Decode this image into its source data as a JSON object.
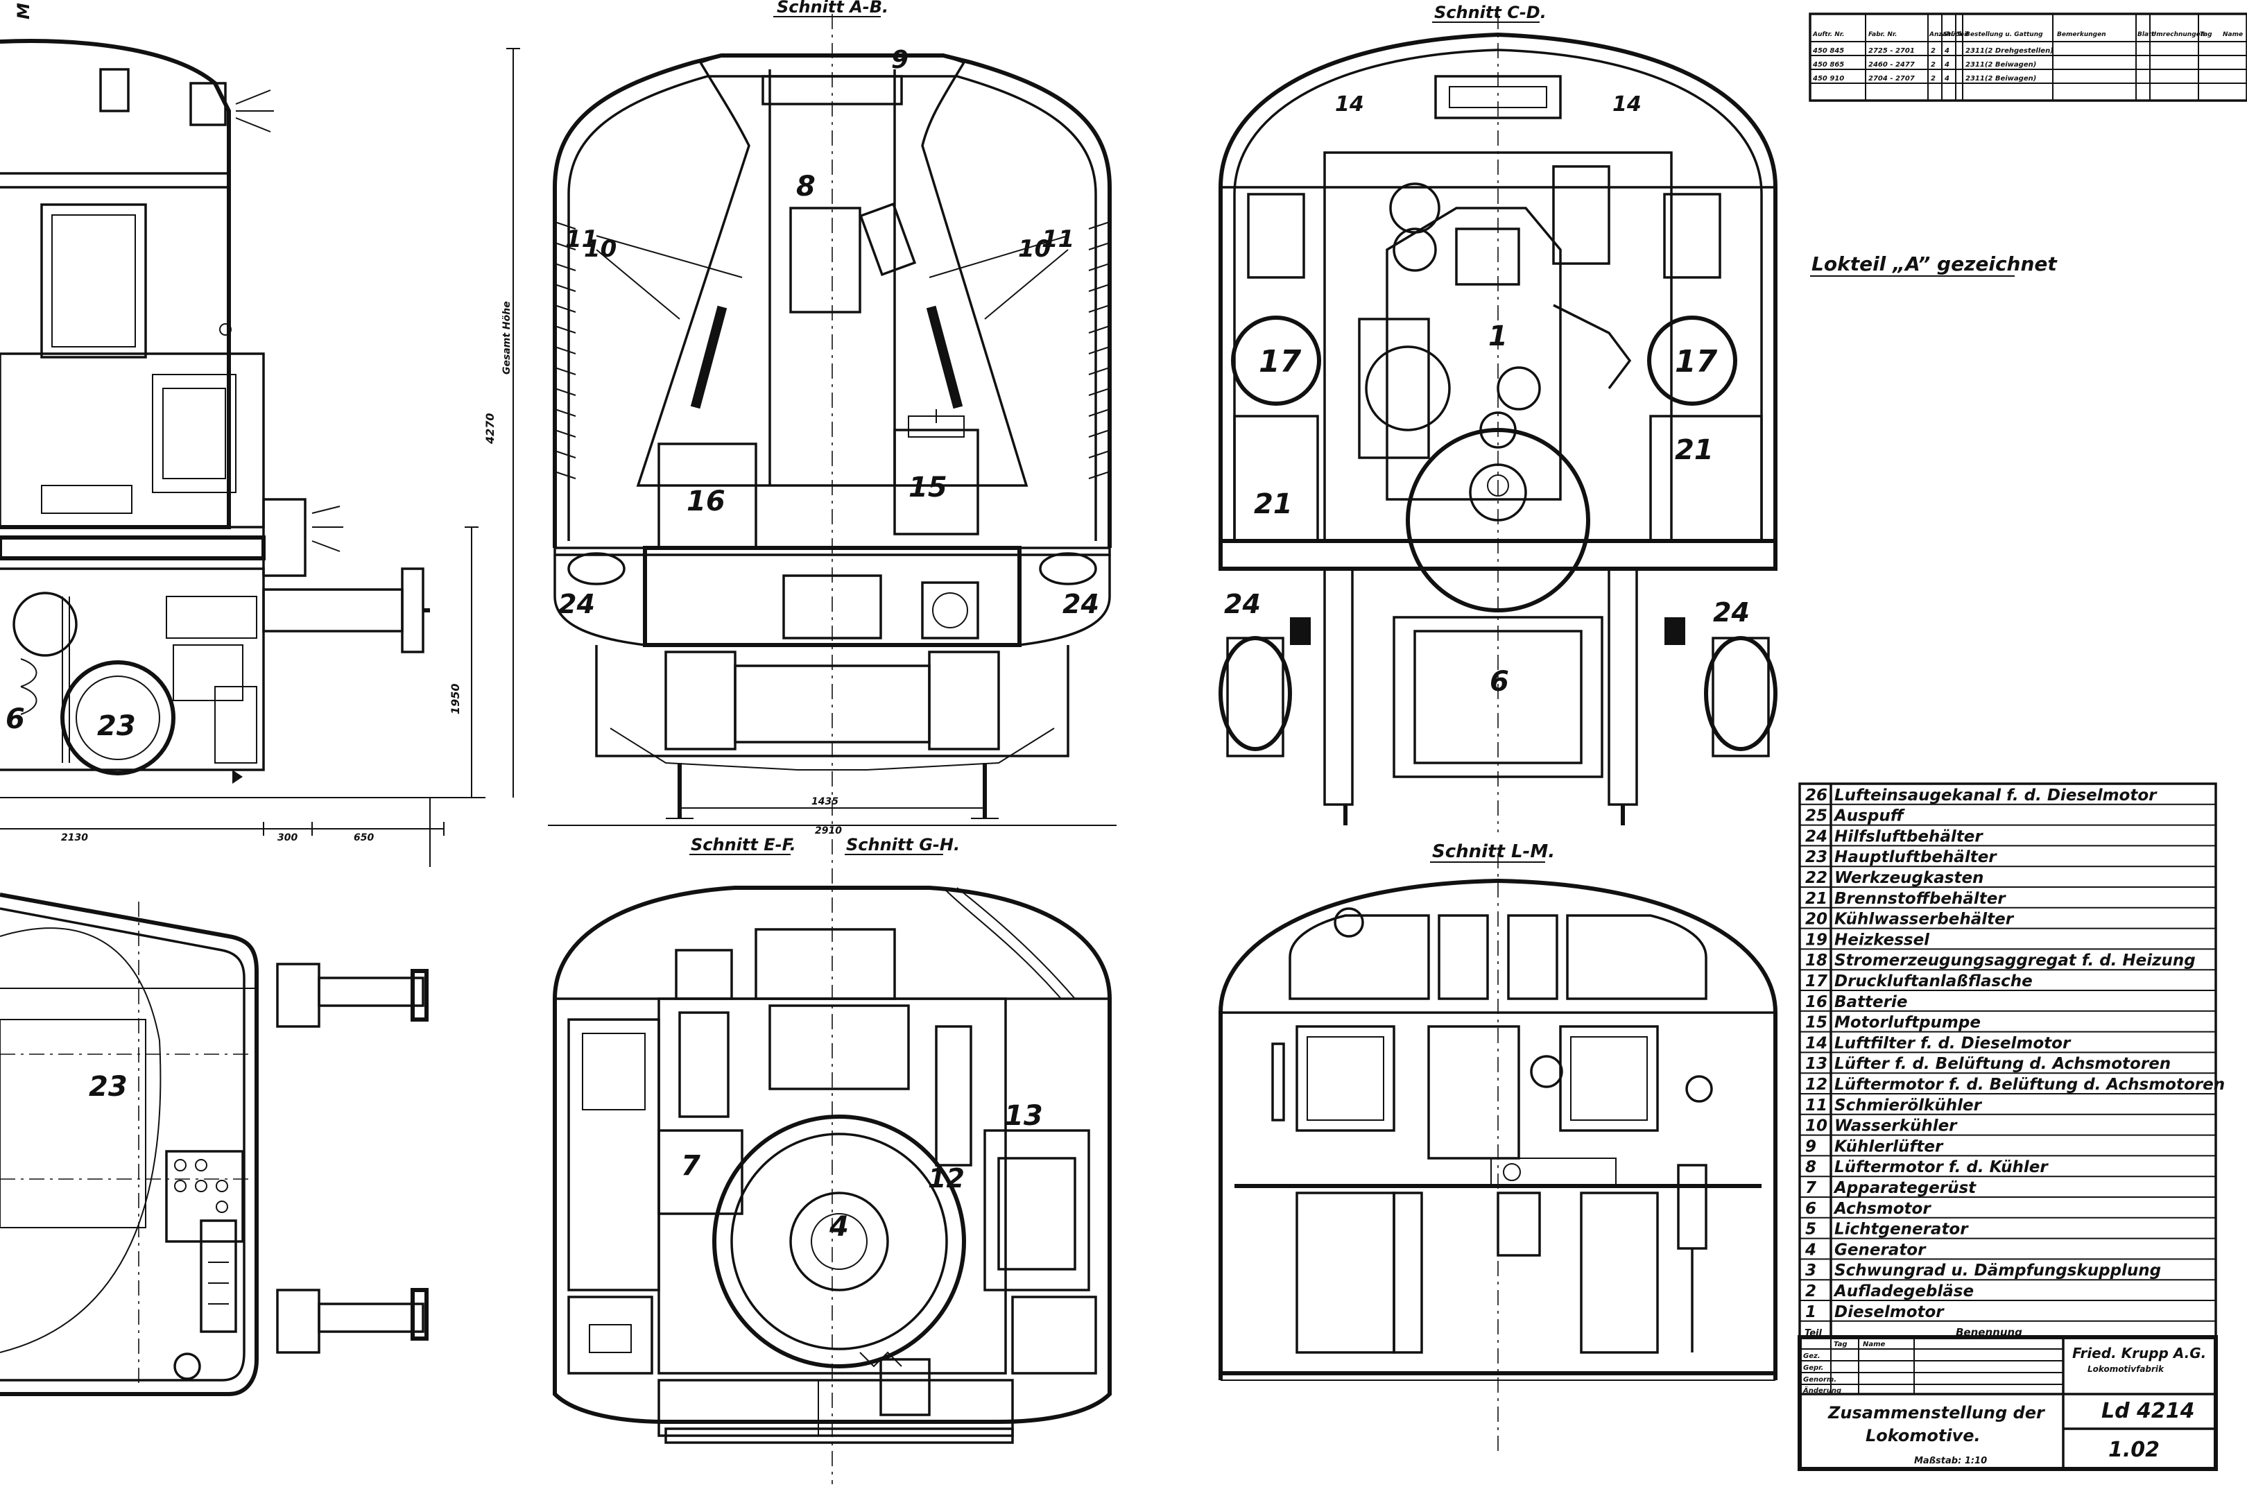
{
  "sections": {
    "ab": "Schnitt A-B.",
    "cd": "Schnitt C-D.",
    "ef": "Schnitt E-F.",
    "gh": "Schnitt G-H.",
    "lm": "Schnitt L-M."
  },
  "note": "Lokteil „A” gezeichnet",
  "dimensions": {
    "height_total": "4270",
    "height_label": "Gesamt Höhe",
    "height_lower": "1950",
    "w1": "2130",
    "w2": "300",
    "w3": "650",
    "track": "1435",
    "width": "2910"
  },
  "callouts": {
    "left_top": [
      "23",
      "6",
      "23"
    ],
    "ab": [
      "9",
      "8",
      "11",
      "10",
      "10",
      "11",
      "16",
      "15",
      "24",
      "24"
    ],
    "cd": [
      "14",
      "14",
      "1",
      "17",
      "17",
      "21",
      "21",
      "24",
      "24",
      "6"
    ],
    "efgh": [
      "7",
      "4",
      "12",
      "13"
    ]
  },
  "parts_list": [
    {
      "no": "26",
      "name": "Lufteinsaugekanal f. d. Dieselmotor"
    },
    {
      "no": "25",
      "name": "Auspuff"
    },
    {
      "no": "24",
      "name": "Hilfsluftbehälter"
    },
    {
      "no": "23",
      "name": "Hauptluftbehälter"
    },
    {
      "no": "22",
      "name": "Werkzeugkasten"
    },
    {
      "no": "21",
      "name": "Brennstoffbehälter"
    },
    {
      "no": "20",
      "name": "Kühlwasserbehälter"
    },
    {
      "no": "19",
      "name": "Heizkessel"
    },
    {
      "no": "18",
      "name": "Stromerzeugungsaggregat f. d. Heizung"
    },
    {
      "no": "17",
      "name": "Druckluftanlaßflasche"
    },
    {
      "no": "16",
      "name": "Batterie"
    },
    {
      "no": "15",
      "name": "Motorluftpumpe"
    },
    {
      "no": "14",
      "name": "Luftfilter f. d. Dieselmotor"
    },
    {
      "no": "13",
      "name": "Lüfter f. d. Belüftung d. Achsmotoren"
    },
    {
      "no": "12",
      "name": "Lüftermotor f. d. Belüftung d. Achsmotoren"
    },
    {
      "no": "11",
      "name": "Schmierölkühler"
    },
    {
      "no": "10",
      "name": "Wasserkühler"
    },
    {
      "no": "9",
      "name": "Kühlerlüfter"
    },
    {
      "no": "8",
      "name": "Lüftermotor f. d. Kühler"
    },
    {
      "no": "7",
      "name": "Apparategerüst"
    },
    {
      "no": "6",
      "name": "Achsmotor"
    },
    {
      "no": "5",
      "name": "Lichtgenerator"
    },
    {
      "no": "4",
      "name": "Generator"
    },
    {
      "no": "3",
      "name": "Schwungrad u. Dämpfungskupplung"
    },
    {
      "no": "2",
      "name": "Aufladegebläse"
    },
    {
      "no": "1",
      "name": "Dieselmotor"
    }
  ],
  "parts_footer": {
    "teil": "Teil",
    "benennung": "Benennung"
  },
  "title_block": {
    "company": "Fried. Krupp A.G.",
    "company_sub": "Lokomotivfabrik",
    "drawing_no": "Ld 4214",
    "sheet": "1.02",
    "title_line1": "Zusammenstellung der",
    "title_line2": "Lokomotive.",
    "scale": "Maßstab: 1:10",
    "row_labels": [
      "Tag",
      "Name",
      "Gez.",
      "Gepr.",
      "Genorm.",
      "Änderung"
    ]
  },
  "revision_table": {
    "headers": [
      "Auftr. Nr.",
      "Fabr. Nr.",
      "Anzahl",
      "Stück",
      "Teil",
      "Bestellung u. Gattung",
      "Bemerkungen",
      "Blatt",
      "Umrechnungen",
      "Tag",
      "Name"
    ],
    "rows": [
      [
        "450 845",
        "2725 - 2701",
        "2",
        "4",
        "2311(2 Drehgestellen)"
      ],
      [
        "450 865",
        "2460 - 2477",
        "2",
        "4",
        "2311(2 Beiwagen)"
      ],
      [
        "450 910",
        "2704 - 2707",
        "2",
        "4",
        "2311(2 Beiwagen)"
      ]
    ]
  },
  "edge_mark": "M"
}
